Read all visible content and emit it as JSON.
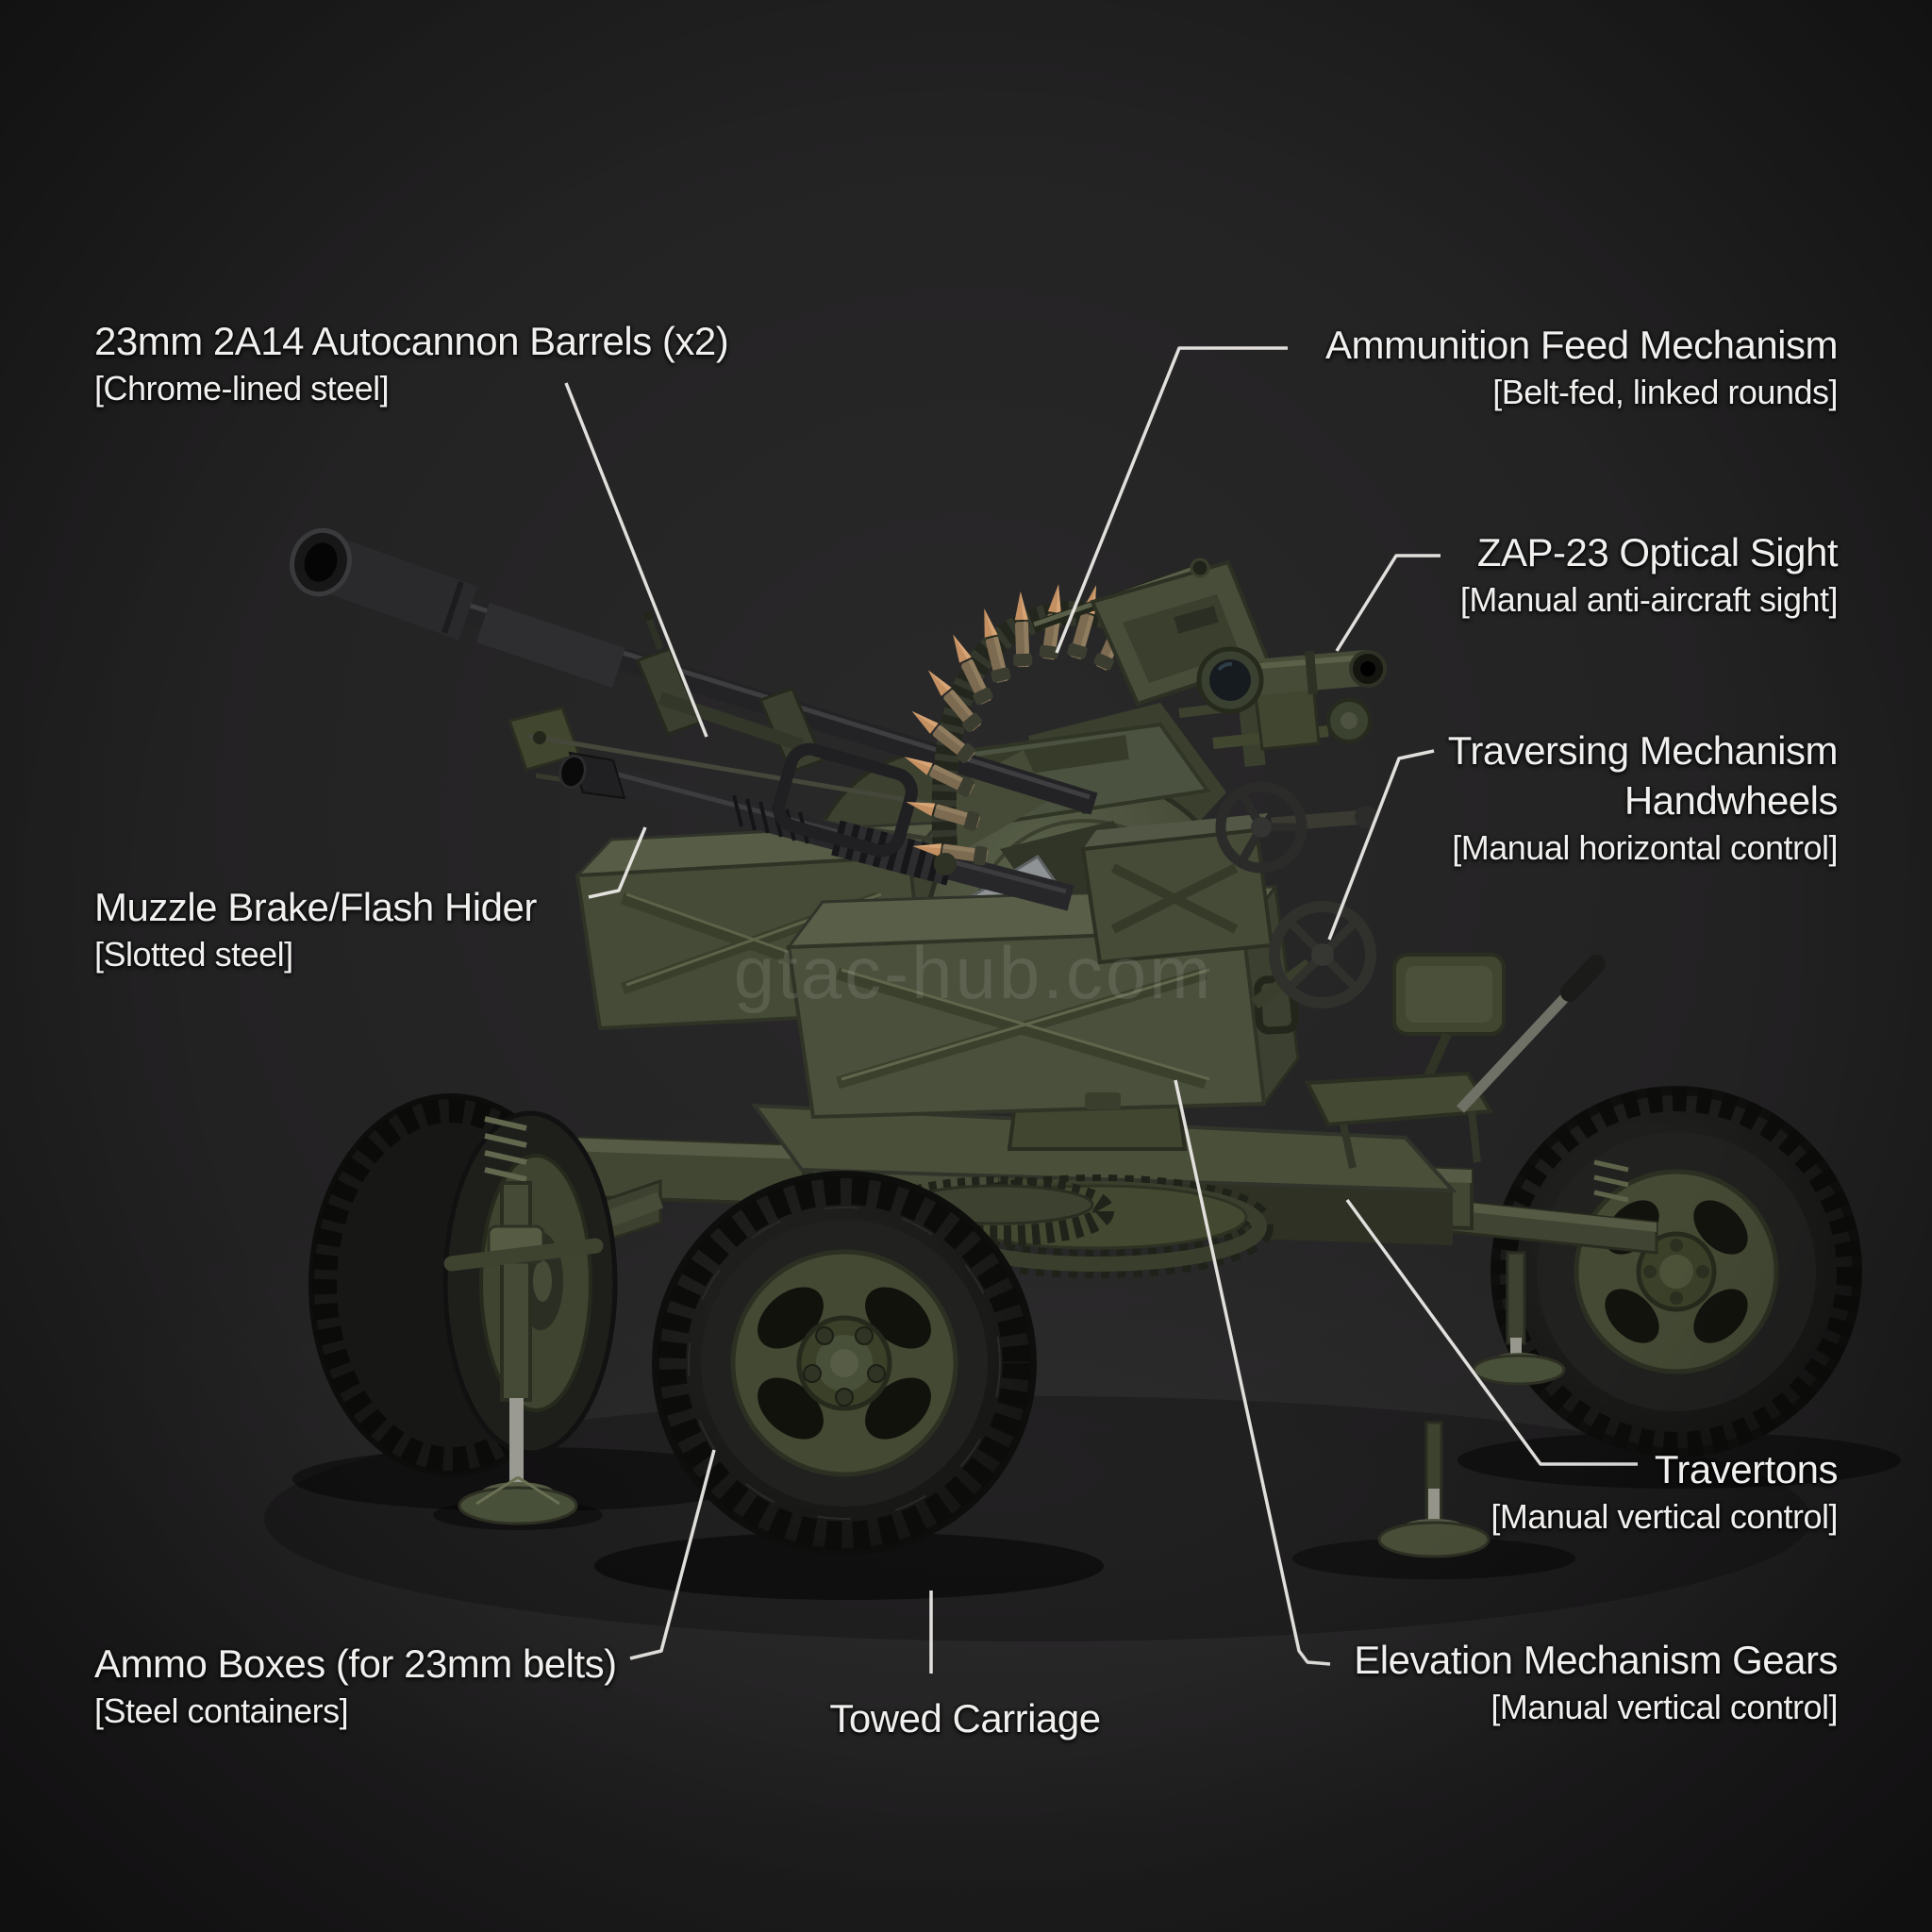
{
  "watermark": "gtac-hub.com",
  "labels": {
    "barrels": {
      "title": "23mm 2A14 Autocannon Barrels (x2)",
      "sub": "[Chrome-lined steel]"
    },
    "feed": {
      "title": "Ammunition Feed Mechanism",
      "sub": "[Belt-fed, linked rounds]"
    },
    "sight": {
      "title": "ZAP-23 Optical Sight",
      "sub": "[Manual anti-aircraft sight]"
    },
    "traversing": {
      "title": "Traversing Mechanism",
      "title2": "Handwheels",
      "sub": "[Manual horizontal control]"
    },
    "muzzle": {
      "title": "Muzzle Brake/Flash Hider",
      "sub": "[Slotted steel]"
    },
    "travertons": {
      "title": "Travertons",
      "sub": "[Manual vertical control]"
    },
    "ammo_boxes": {
      "title": "Ammo Boxes (for 23mm belts)",
      "sub": "[Steel containers]"
    },
    "towed": {
      "title": "Towed Carriage"
    },
    "elevation": {
      "title": "Elevation Mechanism Gears",
      "sub": "[Manual vertical control]"
    }
  },
  "colors": {
    "background": "#1d1c1d",
    "label_text": "#f1f0ee",
    "leader_line": "#e9e8e6",
    "olive_drab": "#49503a",
    "gunmetal": "#27272a",
    "tire_black": "#1a1a18",
    "brass": "#bc8c60"
  }
}
